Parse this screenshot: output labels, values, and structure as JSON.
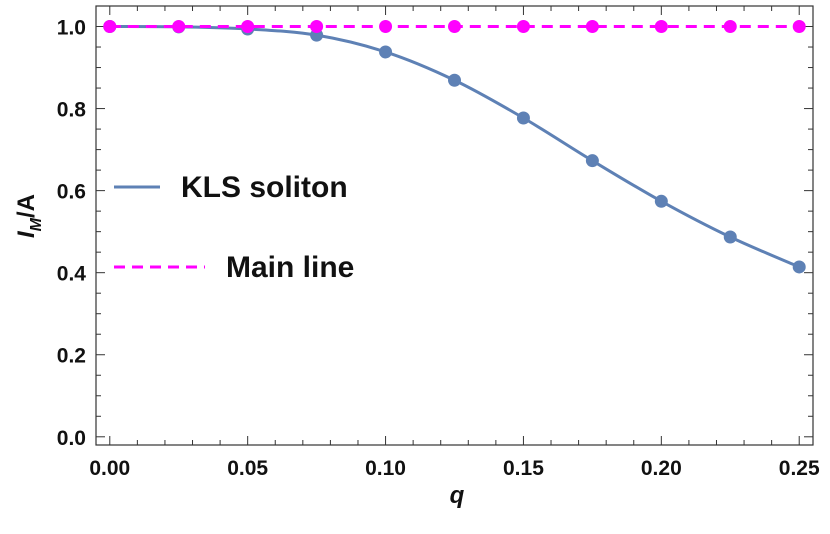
{
  "chart_data": {
    "type": "line",
    "xlabel": "q",
    "ylabel_main": "I",
    "ylabel_sub": "M",
    "ylabel_suffix": "/A",
    "xlim": [
      -0.005,
      0.255
    ],
    "ylim": [
      -0.02,
      1.05
    ],
    "x_ticks": [
      0.0,
      0.05,
      0.1,
      0.15,
      0.2,
      0.25
    ],
    "x_tick_labels": [
      "0.00",
      "0.05",
      "0.10",
      "0.15",
      "0.20",
      "0.25"
    ],
    "y_ticks": [
      0.0,
      0.2,
      0.4,
      0.6,
      0.8,
      1.0
    ],
    "y_tick_labels": [
      "0.0",
      "0.2",
      "0.4",
      "0.6",
      "0.8",
      "1.0"
    ],
    "x": [
      0.0,
      0.025,
      0.05,
      0.075,
      0.1,
      0.125,
      0.15,
      0.175,
      0.2,
      0.225,
      0.25
    ],
    "series": [
      {
        "name": "KLS soliton",
        "color": "#5e81b5",
        "style": "solid",
        "values": [
          1.0,
          0.999,
          0.994,
          0.979,
          0.938,
          0.869,
          0.777,
          0.673,
          0.574,
          0.487,
          0.414
        ]
      },
      {
        "name": "Main line",
        "color": "#ff00ff",
        "style": "dashed",
        "values": [
          1.0,
          1.0,
          1.0,
          1.0,
          1.0,
          1.0,
          1.0,
          1.0,
          1.0,
          1.0,
          1.0
        ]
      }
    ],
    "legend_position": "center-left",
    "grid": false
  }
}
